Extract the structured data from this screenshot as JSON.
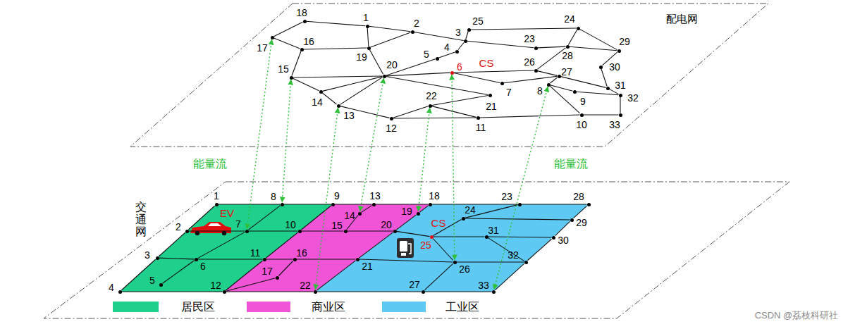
{
  "diagram": {
    "nodes": [
      {
        "text": [
          "配电网"
        ]
      },
      {
        "text": [
          "1"
        ],
        "in": 0
      },
      {
        "text": [
          "2"
        ],
        "in": 0
      },
      {
        "text": [
          "3"
        ],
        "in": 0
      },
      {
        "text": [
          "4"
        ],
        "in": 0
      },
      {
        "text": [
          "5"
        ],
        "in": 0
      },
      {
        "text": [
          "6"
        ],
        "in": 0
      },
      {
        "text": [
          "7"
        ],
        "in": 0
      },
      {
        "text": [
          "8"
        ],
        "in": 0
      },
      {
        "text": [
          "9"
        ],
        "in": 0
      },
      {
        "text": [
          "10"
        ],
        "in": 0
      },
      {
        "text": [
          "11"
        ],
        "in": 0
      },
      {
        "text": [
          "12"
        ],
        "in": 0
      },
      {
        "text": [
          "13"
        ],
        "in": 0
      },
      {
        "text": [
          "14"
        ],
        "in": 0
      },
      {
        "text": [
          "15"
        ],
        "in": 0
      },
      {
        "text": [
          "16"
        ],
        "in": 0
      },
      {
        "text": [
          "17"
        ],
        "in": 0
      },
      {
        "text": [
          "18"
        ],
        "in": 0
      },
      {
        "text": [
          "19"
        ],
        "in": 0
      },
      {
        "text": [
          "20"
        ],
        "in": 0
      },
      {
        "text": [
          "21"
        ],
        "in": 0
      },
      {
        "text": [
          "22"
        ],
        "in": 0
      },
      {
        "text": [
          "23"
        ],
        "in": 0
      },
      {
        "text": [
          "24"
        ],
        "in": 0
      },
      {
        "text": [
          "25"
        ],
        "in": 0
      },
      {
        "text": [
          "26"
        ],
        "in": 0
      },
      {
        "text": [
          "27"
        ],
        "in": 0
      },
      {
        "text": [
          "28"
        ],
        "in": 0
      },
      {
        "text": [
          "29"
        ],
        "in": 0
      },
      {
        "text": [
          "30"
        ],
        "in": 0
      },
      {
        "text": [
          "31"
        ],
        "in": 0
      },
      {
        "text": [
          "32"
        ],
        "in": 0
      },
      {
        "text": [
          "33"
        ],
        "in": 0
      },
      {
        "text": [
          "交通网"
        ]
      },
      {
        "text": [
          "1"
        ],
        "in": 34
      },
      {
        "text": [
          "2"
        ],
        "in": 34
      },
      {
        "text": [
          "3"
        ],
        "in": 34
      },
      {
        "text": [
          "4"
        ],
        "in": 34
      },
      {
        "text": [
          "5"
        ],
        "in": 34
      },
      {
        "text": [
          "6"
        ],
        "in": 34
      },
      {
        "text": [
          "7"
        ],
        "in": 34
      },
      {
        "text": [
          "8"
        ],
        "in": 34
      },
      {
        "text": [
          "9"
        ],
        "in": 34
      },
      {
        "text": [
          "10"
        ],
        "in": 34
      },
      {
        "text": [
          "11"
        ],
        "in": 34
      },
      {
        "text": [
          "12"
        ],
        "in": 34
      },
      {
        "text": [
          "13"
        ],
        "in": 34
      },
      {
        "text": [
          "14"
        ],
        "in": 34
      },
      {
        "text": [
          "15"
        ],
        "in": 34
      },
      {
        "text": [
          "16"
        ],
        "in": 34
      },
      {
        "text": [
          "17"
        ],
        "in": 34
      },
      {
        "text": [
          "18"
        ],
        "in": 34
      },
      {
        "text": [
          "19"
        ],
        "in": 34
      },
      {
        "text": [
          "20"
        ],
        "in": 34
      },
      {
        "text": [
          "21"
        ],
        "in": 34
      },
      {
        "text": [
          "22"
        ],
        "in": 34
      },
      {
        "text": [
          "23"
        ],
        "in": 34
      },
      {
        "text": [
          "24"
        ],
        "in": 34
      },
      {
        "text": [
          "25"
        ],
        "in": 34
      },
      {
        "text": [
          "26"
        ],
        "in": 34
      },
      {
        "text": [
          "27"
        ],
        "in": 34
      },
      {
        "text": [
          "28"
        ],
        "in": 34
      },
      {
        "text": [
          "29"
        ],
        "in": 34
      },
      {
        "text": [
          "30"
        ],
        "in": 34
      },
      {
        "text": [
          "31"
        ],
        "in": 34
      },
      {
        "text": [
          "32"
        ],
        "in": 34
      },
      {
        "text": [
          "33"
        ],
        "in": 34
      }
    ],
    "edges": [
      {
        "from": 18,
        "to": 1,
        "arrow": "none"
      },
      {
        "from": 18,
        "to": 17,
        "arrow": "none"
      },
      {
        "from": 17,
        "to": 16,
        "arrow": "none"
      },
      {
        "from": 16,
        "to": 19,
        "arrow": "none"
      },
      {
        "from": 1,
        "to": 19,
        "arrow": "none"
      },
      {
        "from": 1,
        "to": 2,
        "arrow": "none"
      },
      {
        "from": 19,
        "to": 2,
        "arrow": "none"
      },
      {
        "from": 19,
        "to": 20,
        "arrow": "none"
      },
      {
        "from": 2,
        "to": 3,
        "arrow": "none"
      },
      {
        "from": 3,
        "to": 25,
        "arrow": "none"
      },
      {
        "from": 25,
        "to": 24,
        "arrow": "none"
      },
      {
        "from": 3,
        "to": 4,
        "arrow": "none"
      },
      {
        "from": 4,
        "to": 5,
        "arrow": "none"
      },
      {
        "from": 5,
        "to": 20,
        "arrow": "none"
      },
      {
        "from": 3,
        "to": 23,
        "arrow": "none"
      },
      {
        "from": 23,
        "to": 28,
        "arrow": "none"
      },
      {
        "from": 24,
        "to": 28,
        "arrow": "none"
      },
      {
        "from": 24,
        "to": 29,
        "arrow": "none"
      },
      {
        "from": 28,
        "to": 29,
        "arrow": "none"
      },
      {
        "from": 28,
        "to": 26,
        "arrow": "none"
      },
      {
        "from": 29,
        "to": 30,
        "arrow": "none"
      },
      {
        "from": 30,
        "to": 31,
        "arrow": "none"
      },
      {
        "from": 26,
        "to": 27,
        "arrow": "none"
      },
      {
        "from": 27,
        "to": 31,
        "arrow": "none"
      },
      {
        "from": 27,
        "to": 8,
        "arrow": "none"
      },
      {
        "from": 8,
        "to": 9,
        "arrow": "none"
      },
      {
        "from": 8,
        "to": 10,
        "arrow": "none"
      },
      {
        "from": 9,
        "to": 32,
        "arrow": "none"
      },
      {
        "from": 31,
        "to": 32,
        "arrow": "none"
      },
      {
        "from": 32,
        "to": 33,
        "arrow": "none"
      },
      {
        "from": 33,
        "to": 10,
        "arrow": "none"
      },
      {
        "from": 16,
        "to": 15,
        "arrow": "none"
      },
      {
        "from": 15,
        "to": 20,
        "arrow": "none"
      },
      {
        "from": 20,
        "to": 6,
        "arrow": "none"
      },
      {
        "from": 6,
        "to": 26,
        "arrow": "none"
      },
      {
        "from": 6,
        "to": 7,
        "arrow": "none"
      },
      {
        "from": 7,
        "to": 27,
        "arrow": "none"
      },
      {
        "from": 15,
        "to": 14,
        "arrow": "none"
      },
      {
        "from": 14,
        "to": 20,
        "arrow": "none"
      },
      {
        "from": 14,
        "to": 13,
        "arrow": "none"
      },
      {
        "from": 13,
        "to": 20,
        "arrow": "none"
      },
      {
        "from": 13,
        "to": 12,
        "arrow": "none"
      },
      {
        "from": 12,
        "to": 22,
        "arrow": "none"
      },
      {
        "from": 22,
        "to": 21,
        "arrow": "none"
      },
      {
        "from": 22,
        "to": 11,
        "arrow": "none"
      },
      {
        "from": 12,
        "to": 11,
        "arrow": "none"
      },
      {
        "from": 11,
        "to": 10,
        "arrow": "none"
      },
      {
        "from": 20,
        "to": 21,
        "arrow": "none"
      },
      {
        "from": 35,
        "to": 42,
        "arrow": "none"
      },
      {
        "from": 42,
        "to": 43,
        "arrow": "none"
      },
      {
        "from": 43,
        "to": 47,
        "arrow": "none"
      },
      {
        "from": 47,
        "to": 52,
        "arrow": "none"
      },
      {
        "from": 52,
        "to": 57,
        "arrow": "none"
      },
      {
        "from": 57,
        "to": 62,
        "arrow": "none"
      },
      {
        "from": 38,
        "to": 46,
        "arrow": "none"
      },
      {
        "from": 46,
        "to": 56,
        "arrow": "none"
      },
      {
        "from": 56,
        "to": 61,
        "arrow": "none"
      },
      {
        "from": 61,
        "to": 67,
        "arrow": "none"
      },
      {
        "from": 35,
        "to": 36,
        "arrow": "none"
      },
      {
        "from": 36,
        "to": 37,
        "arrow": "none"
      },
      {
        "from": 37,
        "to": 38,
        "arrow": "none"
      },
      {
        "from": 43,
        "to": 44,
        "arrow": "none"
      },
      {
        "from": 44,
        "to": 45,
        "arrow": "none"
      },
      {
        "from": 45,
        "to": 46,
        "arrow": "none"
      },
      {
        "from": 52,
        "to": 53,
        "arrow": "none"
      },
      {
        "from": 53,
        "to": 54,
        "arrow": "none"
      },
      {
        "from": 54,
        "to": 55,
        "arrow": "none"
      },
      {
        "from": 55,
        "to": 56,
        "arrow": "none"
      },
      {
        "from": 62,
        "to": 63,
        "arrow": "none"
      },
      {
        "from": 63,
        "to": 64,
        "arrow": "none"
      },
      {
        "from": 64,
        "to": 66,
        "arrow": "none"
      },
      {
        "from": 66,
        "to": 67,
        "arrow": "none"
      },
      {
        "from": 36,
        "to": 41,
        "arrow": "none"
      },
      {
        "from": 41,
        "to": 44,
        "arrow": "none"
      },
      {
        "from": 44,
        "to": 49,
        "arrow": "none"
      },
      {
        "from": 49,
        "to": 54,
        "arrow": "none"
      },
      {
        "from": 54,
        "to": 59,
        "arrow": "none"
      },
      {
        "from": 59,
        "to": 65,
        "arrow": "none"
      },
      {
        "from": 65,
        "to": 64,
        "arrow": "none"
      },
      {
        "from": 37,
        "to": 40,
        "arrow": "none"
      },
      {
        "from": 40,
        "to": 45,
        "arrow": "none"
      },
      {
        "from": 45,
        "to": 50,
        "arrow": "none"
      },
      {
        "from": 50,
        "to": 55,
        "arrow": "none"
      },
      {
        "from": 55,
        "to": 60,
        "arrow": "none"
      },
      {
        "from": 60,
        "to": 66,
        "arrow": "none"
      },
      {
        "from": 42,
        "to": 41,
        "arrow": "none"
      },
      {
        "from": 41,
        "to": 40,
        "arrow": "none"
      },
      {
        "from": 40,
        "to": 39,
        "arrow": "none"
      },
      {
        "from": 50,
        "to": 51,
        "arrow": "none"
      },
      {
        "from": 51,
        "to": 46,
        "arrow": "none"
      },
      {
        "from": 47,
        "to": 48,
        "arrow": "none"
      },
      {
        "from": 48,
        "to": 49,
        "arrow": "none"
      },
      {
        "from": 57,
        "to": 58,
        "arrow": "none"
      },
      {
        "from": 58,
        "to": 63,
        "arrow": "none"
      },
      {
        "from": 58,
        "to": 59,
        "arrow": "none"
      },
      {
        "from": 59,
        "to": 60,
        "arrow": "none"
      },
      {
        "from": 60,
        "to": 61,
        "arrow": "none"
      },
      {
        "from": 65,
        "to": 66,
        "arrow": "none"
      },
      {
        "from": 17,
        "to": 41,
        "arrow": "both"
      },
      {
        "from": 15,
        "to": 42,
        "arrow": "both"
      },
      {
        "from": 20,
        "to": 48,
        "arrow": "both"
      },
      {
        "from": 13,
        "to": 56,
        "arrow": "both"
      },
      {
        "from": 22,
        "to": 53,
        "arrow": "both"
      },
      {
        "from": 6,
        "to": 60,
        "arrow": "both"
      },
      {
        "from": 8,
        "to": 67,
        "arrow": "both"
      }
    ],
    "labels": [
      "CS",
      "能量流",
      "能量流",
      "EV",
      "CS",
      "CSDN @荔枝科研社"
    ],
    "legend": [
      {
        "text": "居民区",
        "color": "#1fcf8c"
      },
      {
        "text": "商业区",
        "color": "#ef55d6"
      },
      {
        "text": "工业区",
        "color": "#5ec9f2"
      }
    ]
  }
}
